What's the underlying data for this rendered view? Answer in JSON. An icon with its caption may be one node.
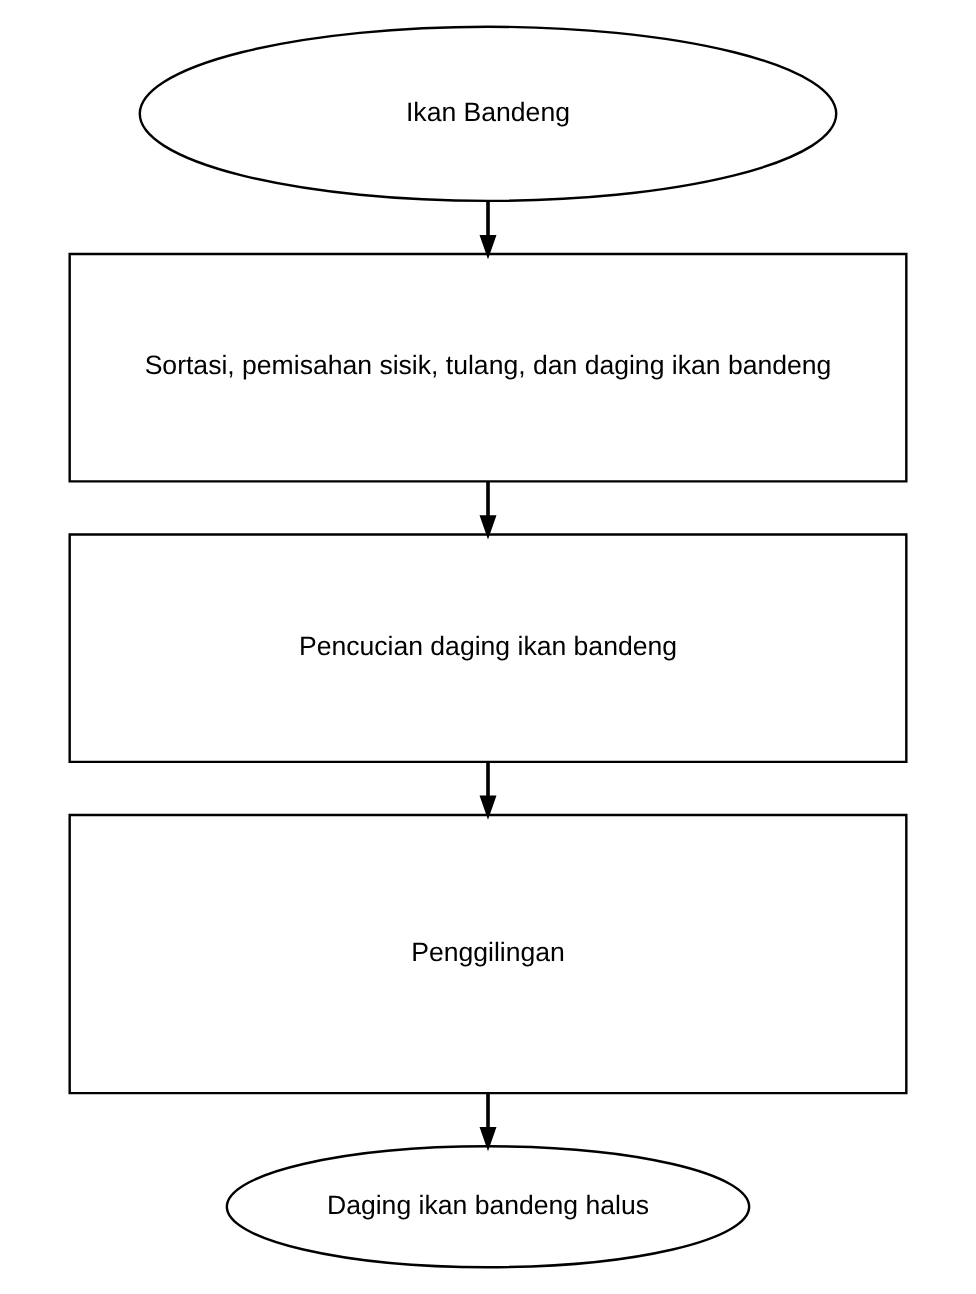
{
  "diagram": {
    "nodes": [
      {
        "text": [
          "Ikan Bandeng"
        ]
      },
      {
        "text": [
          "Sortasi, pemisahan sisik, tulang, dan daging ikan bandeng"
        ]
      },
      {
        "text": [
          "Pencucian daging ikan bandeng"
        ]
      },
      {
        "text": [
          "Penggilingan"
        ]
      },
      {
        "text": [
          "Daging ikan bandeng halus"
        ]
      }
    ],
    "edges": [
      {
        "from": 0,
        "to": 1,
        "arrow": "to"
      },
      {
        "from": 1,
        "to": 2,
        "arrow": "to"
      },
      {
        "from": 2,
        "to": 3,
        "arrow": "to"
      },
      {
        "from": 3,
        "to": 4,
        "arrow": "to"
      }
    ]
  }
}
